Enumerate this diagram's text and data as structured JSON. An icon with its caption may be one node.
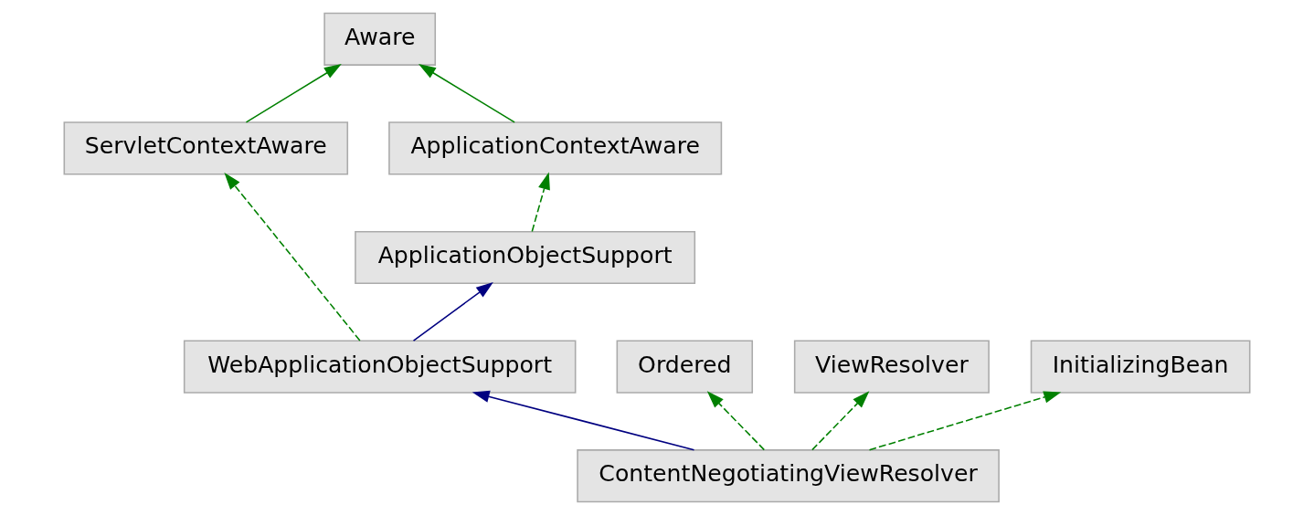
{
  "diagram": {
    "nodes": [
      {
        "text": [
          "Aware"
        ]
      },
      {
        "text": [
          "ApplicationContextAware"
        ]
      },
      {
        "text": [
          "ServletContextAware"
        ]
      },
      {
        "text": [
          "ApplicationObjectSupport"
        ]
      },
      {
        "text": [
          "WebApplicationObjectSupport"
        ]
      },
      {
        "text": [
          "Ordered"
        ]
      },
      {
        "text": [
          "ViewResolver"
        ]
      },
      {
        "text": [
          "InitializingBean"
        ]
      },
      {
        "text": [
          "ContentNegotiatingViewResolver"
        ]
      }
    ],
    "edges": [
      {
        "from": 1,
        "to": 0,
        "arrow": "to"
      },
      {
        "from": 2,
        "to": 0,
        "arrow": "to"
      },
      {
        "from": 3,
        "to": 1,
        "arrow": "to",
        "style": "dashed"
      },
      {
        "from": 4,
        "to": 3,
        "arrow": "to",
        "color": "#000080"
      },
      {
        "from": 4,
        "to": 2,
        "arrow": "to",
        "style": "dashed"
      },
      {
        "from": 8,
        "to": 4,
        "arrow": "to",
        "color": "#000080"
      },
      {
        "from": 8,
        "to": 5,
        "arrow": "to",
        "style": "dashed"
      },
      {
        "from": 8,
        "to": 6,
        "arrow": "to",
        "style": "dashed"
      },
      {
        "from": 8,
        "to": 7,
        "arrow": "to",
        "style": "dashed"
      }
    ]
  }
}
